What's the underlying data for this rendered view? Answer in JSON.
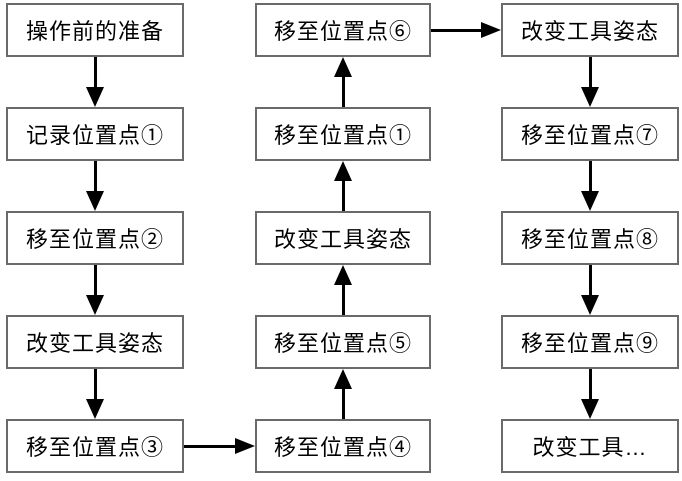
{
  "diagram": {
    "type": "flowchart",
    "colors": {
      "box_border": "#6a6a6a",
      "box_fill": "#ffffff",
      "arrow": "#000000",
      "text": "#000000",
      "background": "#ffffff"
    },
    "columns": [
      {
        "id": "left",
        "flow": "down",
        "boxes": [
          "操作前的准备",
          "记录位置点①",
          "移至位置点②",
          "改变工具姿态",
          "移至位置点③"
        ]
      },
      {
        "id": "middle",
        "flow": "up",
        "boxes": [
          "移至位置点⑥",
          "移至位置点①",
          "改变工具姿态",
          "移至位置点⑤",
          "移至位置点④"
        ]
      },
      {
        "id": "right",
        "flow": "down",
        "boxes": [
          "改变工具姿态",
          "移至位置点⑦",
          "移至位置点⑧",
          "移至位置点⑨",
          "改变工具…"
        ]
      }
    ],
    "cross_arrows": [
      {
        "from": "移至位置点③",
        "to": "移至位置点④",
        "direction": "right",
        "row": "bottom"
      },
      {
        "from": "移至位置点⑥",
        "to": "改变工具姿态",
        "direction": "right",
        "row": "top"
      }
    ]
  }
}
